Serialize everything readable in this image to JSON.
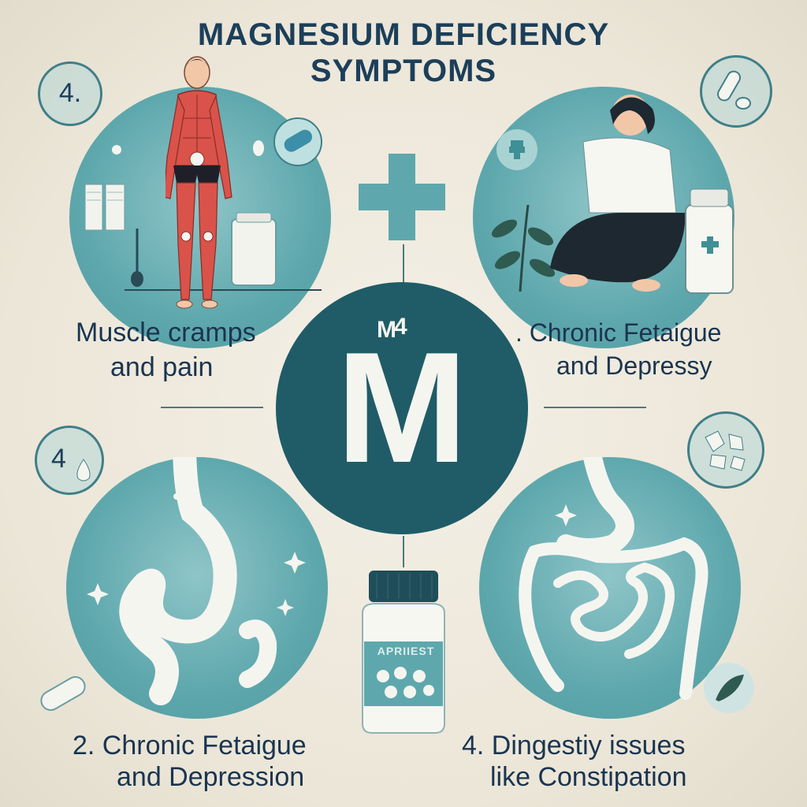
{
  "title": {
    "line1": "MAGNESIUM DEFICIENCY",
    "line2": "SYMPTOMS"
  },
  "center": {
    "letter": "M",
    "superscript": "4"
  },
  "badges": {
    "top_left_number": "4.",
    "mid_left_number": "4"
  },
  "labels": {
    "top_left": [
      "Muscle cramps",
      "and pain"
    ],
    "top_right": [
      ". Chronic Fetaigue",
      "and Depressy"
    ],
    "bottom_left": [
      "2. Chronic Fetaigue",
      "and Depression"
    ],
    "bottom_right": [
      "4. Dingestiy issues",
      "like Constipation"
    ]
  },
  "bottle_label": "APRIIEST",
  "icons": {
    "center_cross": "medical-cross-icon",
    "bottle": "supplement-bottle-icon"
  },
  "colors": {
    "navy": "#1c3f5a",
    "teal_dark": "#1f5c68",
    "teal": "#5ea8ad",
    "teal_light": "#a9d3d3",
    "background": "#efe9dc"
  }
}
